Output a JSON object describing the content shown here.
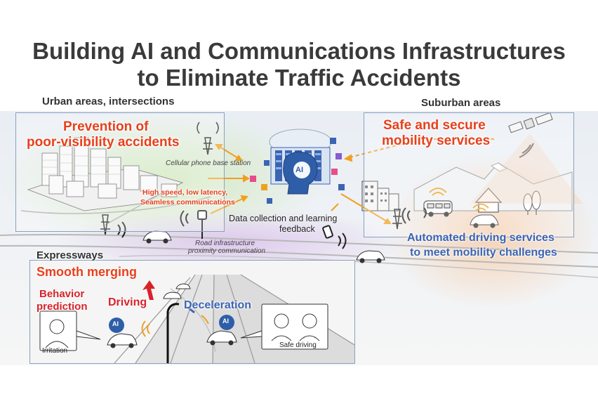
{
  "title": {
    "line1": "Building AI and Communications Infrastructures",
    "line2": "to Eliminate Traffic Accidents"
  },
  "urban": {
    "header": "Urban areas, intersections",
    "headline_1": "Prevention of",
    "headline_2": "poor-visibility accidents"
  },
  "suburban": {
    "header": "Suburban areas",
    "headline_1": "Safe and secure",
    "headline_2": "mobility services",
    "service_1": "Automated driving services",
    "service_2": "to meet mobility challenges"
  },
  "center": {
    "base_station": "Cellular phone base station",
    "comm_1": "High speed, low latency,",
    "comm_2": "Seamless communications",
    "data_1": "Data collection and learning",
    "data_2": "feedback",
    "road_1": "Road infrastructure",
    "road_2": "proximity communication",
    "ai_badge": "AI"
  },
  "expressway": {
    "header": "Expressways",
    "headline": "Smooth merging",
    "behavior_1": "Behavior",
    "behavior_2": "prediction",
    "driving": "Driving",
    "deceleration": "Deceleration",
    "irritation": "Irritation",
    "safe_driving": "Safe driving",
    "ai_badge": "AI"
  },
  "colors": {
    "headline_orange": "#e8401c",
    "expressway_red": "#d8222a",
    "service_blue": "#3b64b3",
    "zone_green": "#cfe8b8",
    "zone_purple": "#dcc6ec",
    "zone_orange": "#f7cfae",
    "arrow_orange": "#f0a020"
  },
  "icons": [
    "server-rack-icon",
    "ai-head-icon",
    "cell-tower-icon",
    "satellite-icon",
    "car-icon",
    "bus-icon",
    "street-lamp-icon",
    "signal-wave-icon"
  ]
}
